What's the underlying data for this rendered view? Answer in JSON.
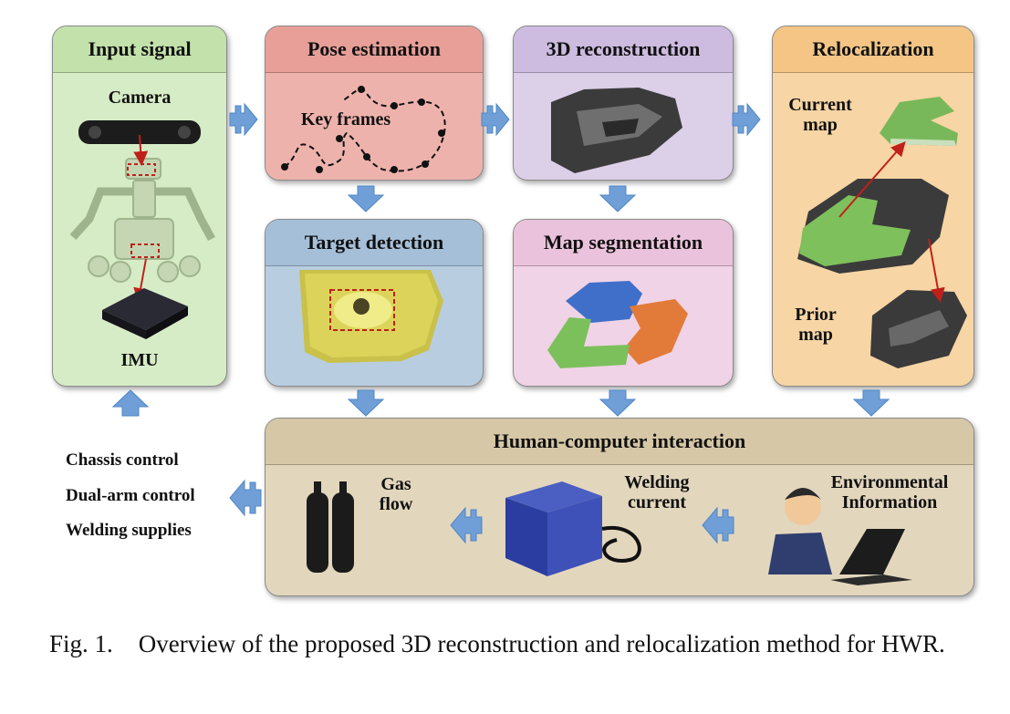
{
  "panels": {
    "input_signal": {
      "title": "Input signal",
      "camera": "Camera",
      "imu": "IMU"
    },
    "pose_estimation": {
      "title": "Pose estimation",
      "key_frames": "Key frames"
    },
    "reconstruction": {
      "title": "3D reconstruction"
    },
    "relocalization": {
      "title": "Relocalization",
      "current_map": "Current map",
      "prior_map": "Prior map"
    },
    "target_detection": {
      "title": "Target detection"
    },
    "map_segmentation": {
      "title": "Map segmentation"
    },
    "hci": {
      "title": "Human-computer interaction",
      "gas_flow": "Gas flow",
      "welding_current": "Welding current",
      "environmental_info": "Environmental Information"
    }
  },
  "outputs": [
    "Chassis control",
    "Dual-arm control",
    "Welding supplies"
  ],
  "caption": {
    "label": "Fig. 1.",
    "text": "Overview of the proposed 3D reconstruction and relocalization method for HWR."
  },
  "colors": {
    "green": "#d6ecc6",
    "red": "#eeb2ac",
    "purple": "#dccfe8",
    "orange": "#f7d5a4",
    "blue": "#b9cde0",
    "pink": "#f0d3e6",
    "tan": "#e2d6bd",
    "arrow": "#6f9fd6"
  }
}
